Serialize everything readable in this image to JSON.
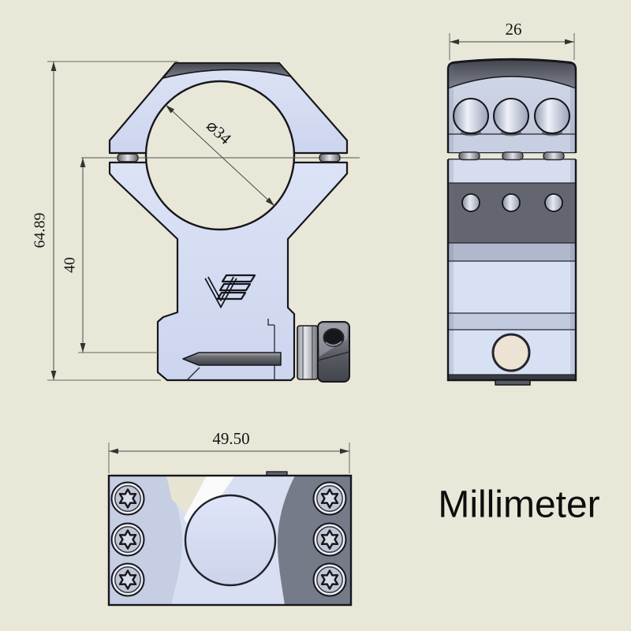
{
  "drawing": {
    "unit_label": "Millimeter",
    "brand_logo": "VE",
    "front_view": {
      "overall_height": "64.89",
      "axis_to_base": "40",
      "bore_diameter": "⌀34"
    },
    "side_view": {
      "width": "26"
    },
    "bottom_view": {
      "length": "49.50"
    }
  },
  "colors": {
    "background": "#e9e7d8",
    "body_light": "#d6def2",
    "body_shadow": "#c7cfe4",
    "dark_metal": "#64666f",
    "bottom_right_shade": "#767b89",
    "outline": "#16161c",
    "bore_hole_face": "#ece3d5"
  }
}
